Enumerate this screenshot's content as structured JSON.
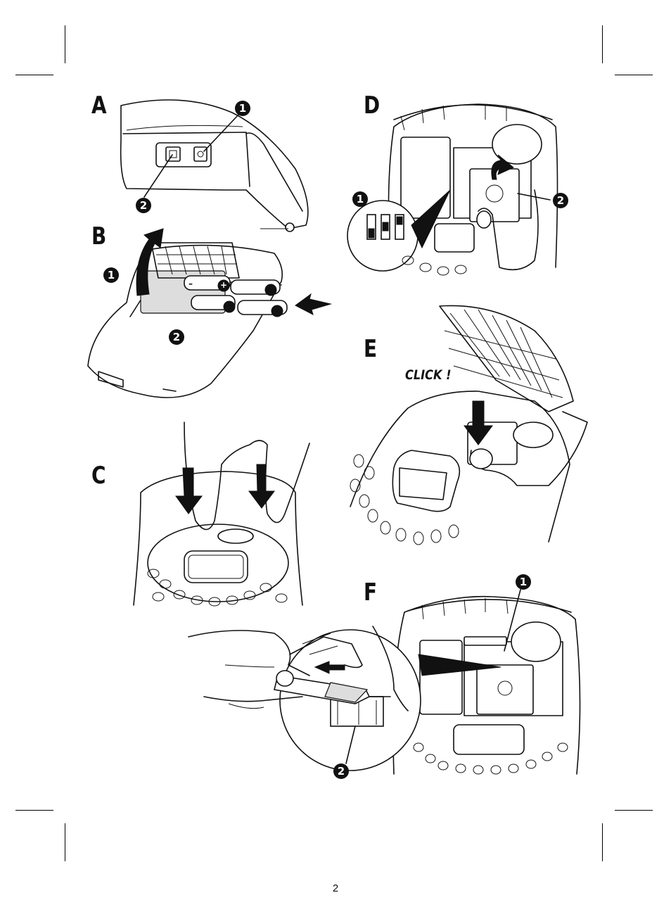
{
  "panels": {
    "a": {
      "letter": "A",
      "callouts": [
        "1",
        "2"
      ]
    },
    "b": {
      "letter": "B",
      "callouts": [
        "1",
        "2"
      ]
    },
    "c": {
      "letter": "C"
    },
    "d": {
      "letter": "D",
      "callouts": [
        "1",
        "2"
      ]
    },
    "e": {
      "letter": "E",
      "click_text": "CLICK !"
    },
    "f": {
      "letter": "F",
      "callouts": [
        "1",
        "2"
      ]
    }
  },
  "battery_symbols": {
    "plus": "+",
    "minus": "–"
  },
  "page_number": "2"
}
